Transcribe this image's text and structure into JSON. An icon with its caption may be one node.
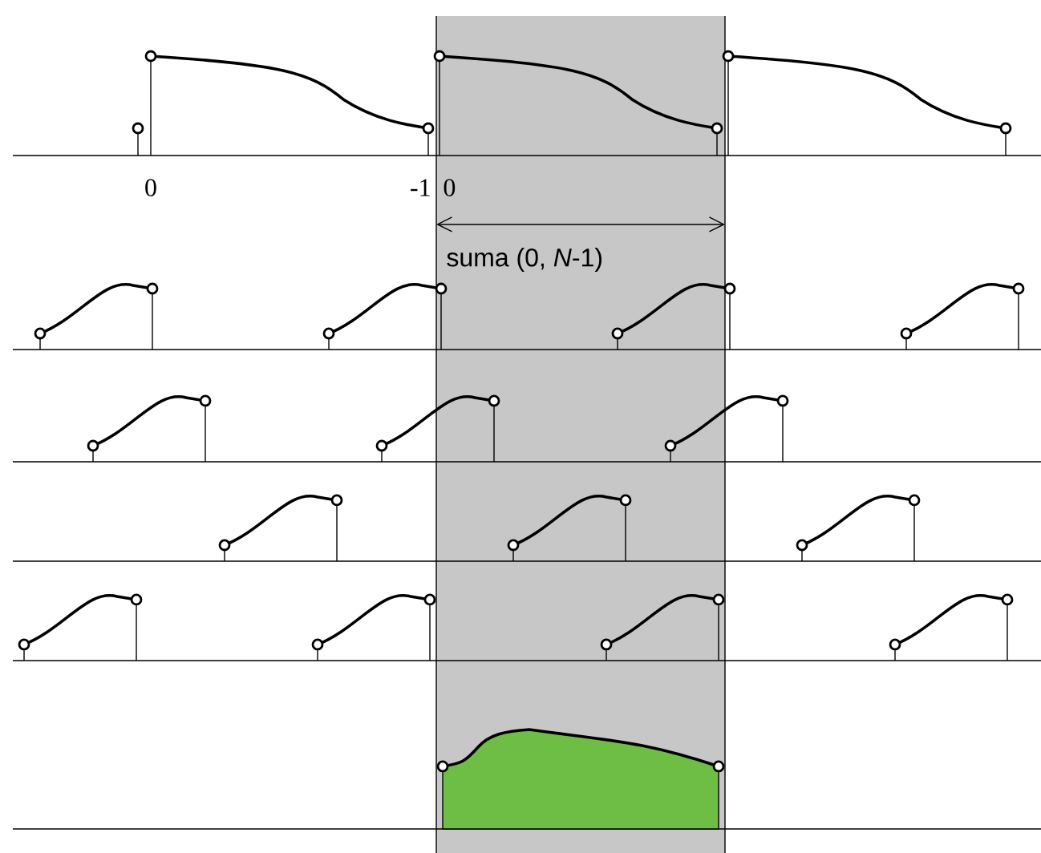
{
  "diagram": {
    "labels": [
      "0",
      "-1",
      "0",
      "suma (0, *N*-1)"
    ]
  }
}
